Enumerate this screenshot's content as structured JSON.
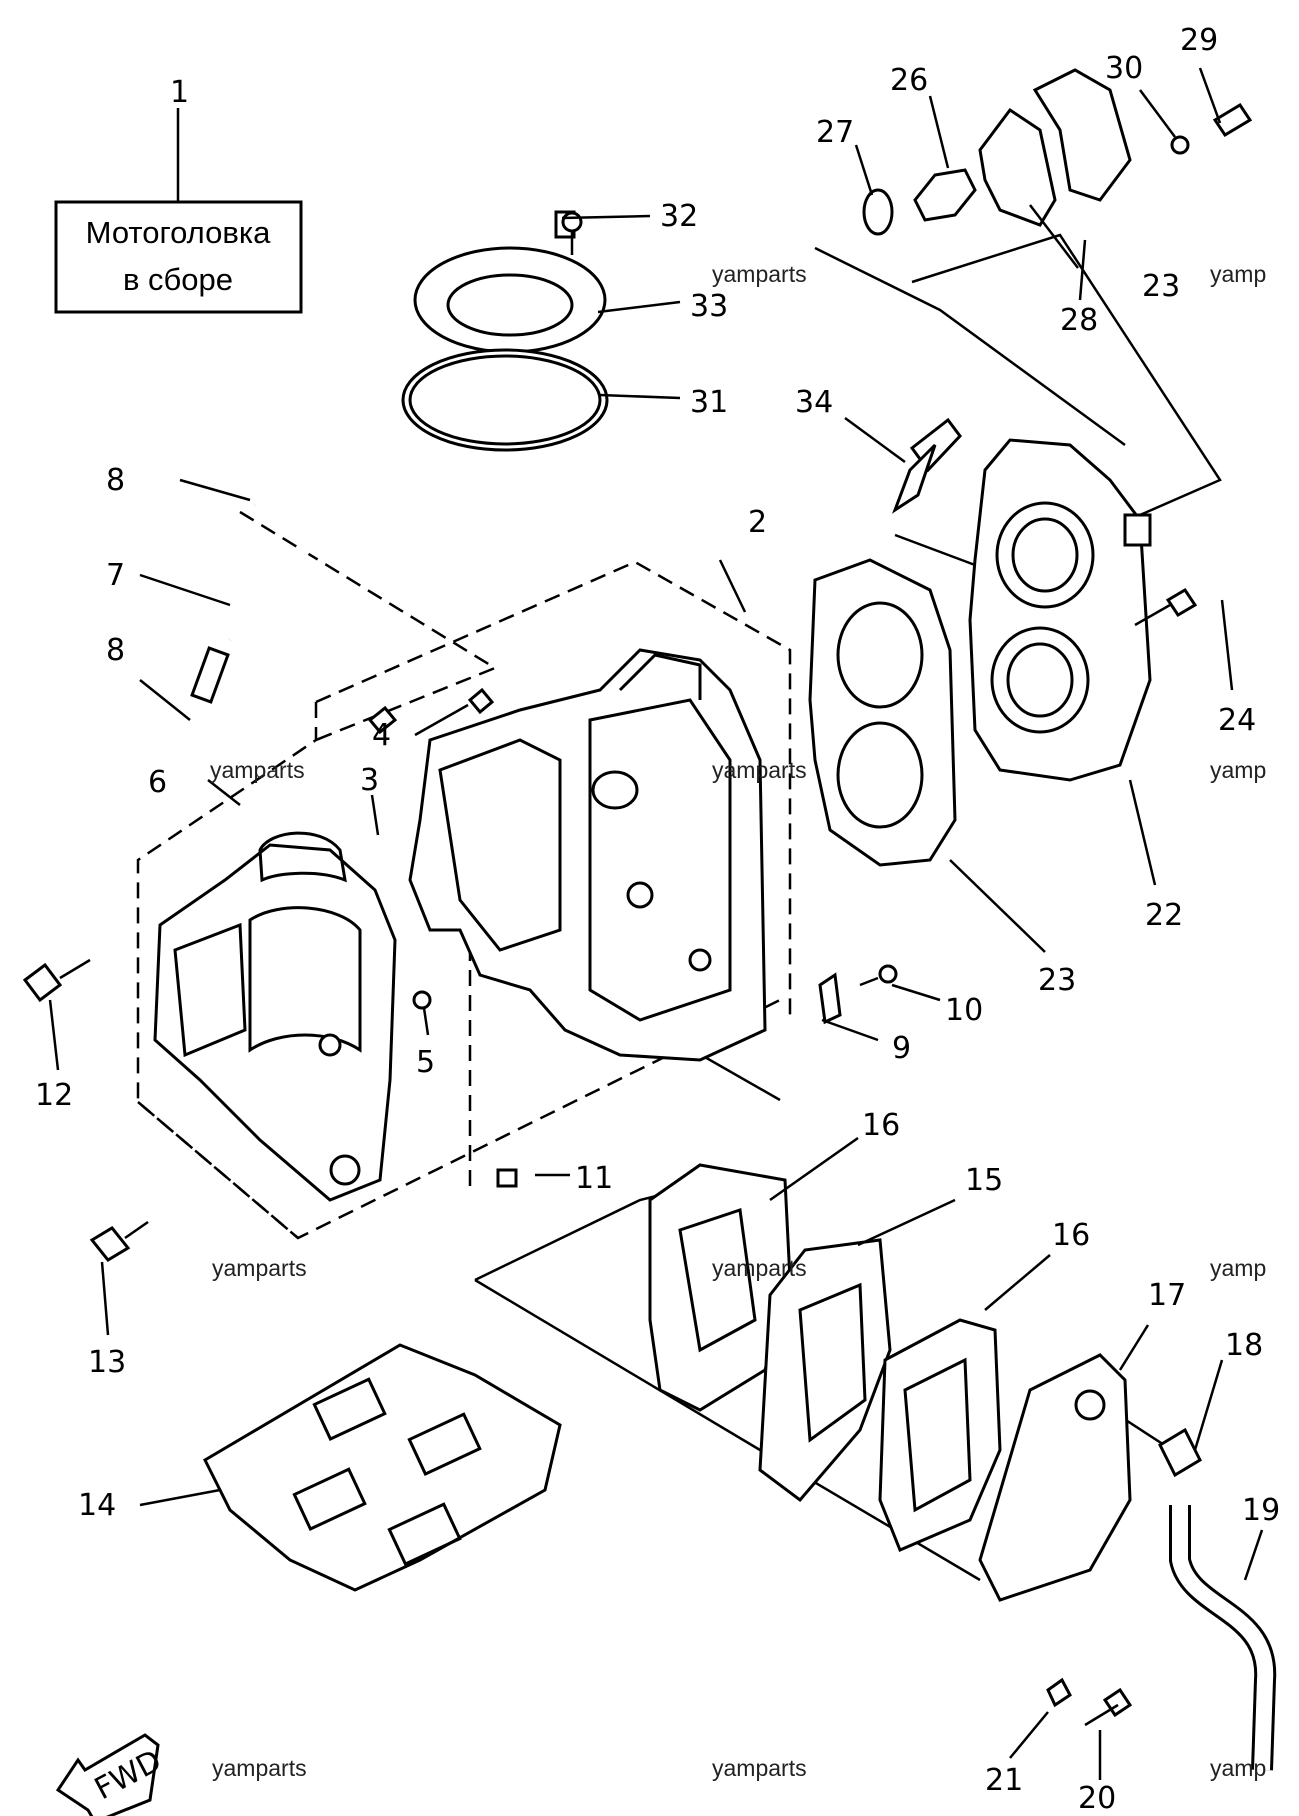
{
  "title_box": {
    "line1": "Мотоголовка",
    "line2": "в сборе"
  },
  "fwd_label": "FWD",
  "watermark": "yamparts",
  "watermark_short": "yamp",
  "callouts": {
    "c1": "1",
    "c2": "2",
    "c3": "3",
    "c4": "4",
    "c5": "5",
    "c6": "6",
    "c7": "7",
    "c8a": "8",
    "c8b": "8",
    "c9": "9",
    "c10": "10",
    "c11": "11",
    "c12": "12",
    "c13": "13",
    "c14": "14",
    "c15": "15",
    "c16a": "16",
    "c16b": "16",
    "c17": "17",
    "c18": "18",
    "c19": "19",
    "c20": "20",
    "c21": "21",
    "c22": "22",
    "c23a": "23",
    "c23b": "23",
    "c24": "24",
    "c26": "26",
    "c27": "27",
    "c28": "28",
    "c29": "29",
    "c30": "30",
    "c31": "31",
    "c32": "32",
    "c33": "33",
    "c34": "34"
  }
}
